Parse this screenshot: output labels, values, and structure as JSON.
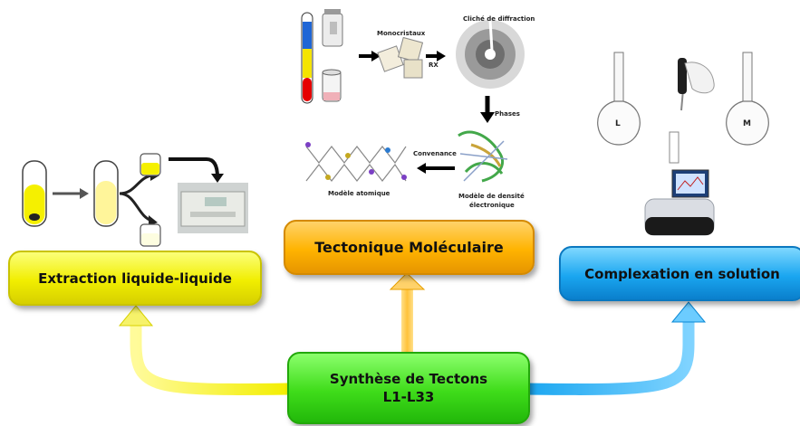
{
  "boxes": {
    "extraction": "Extraction liquide-liquide",
    "tectonique": "Tectonique Moléculaire",
    "complexation": "Complexation en solution",
    "synthese_line1": "Synthèse de Tectons",
    "synthese_line2": "L1-L33"
  },
  "crystallography": {
    "monocristaux": "Monocristaux",
    "rx": "RX",
    "diffraction": "Cliché de diffraction",
    "phases": "Phases",
    "convenance": "Convenance",
    "modele_atomique": "Modèle atomique",
    "modele_densite_1": "Modèle de densité",
    "modele_densite_2": "électronique"
  },
  "complexation_labels": {
    "flask_left": "L",
    "flask_right": "M"
  },
  "colors": {
    "yellow": "#f5f000",
    "orange": "#ffb300",
    "blue": "#1aa6f0",
    "green": "#3fdc1a"
  }
}
